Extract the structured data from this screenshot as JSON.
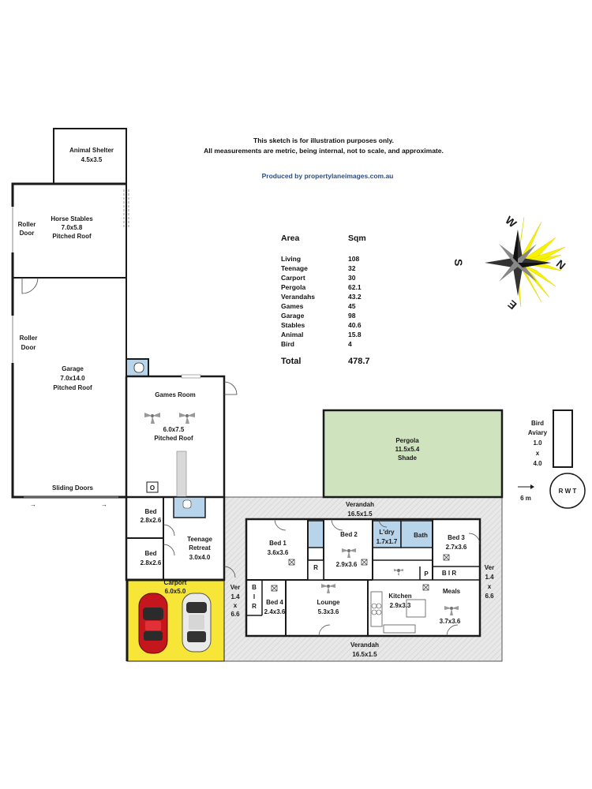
{
  "notice": {
    "line1": "This sketch is for illustration purposes only.",
    "line2": "All measurements are metric, being internal, not to scale, and approximate."
  },
  "credit": "Produced by propertylaneimages.com.au",
  "area_table": {
    "header_area": "Area",
    "header_sqm": "Sqm",
    "rows": [
      {
        "name": "Living",
        "sqm": "108"
      },
      {
        "name": "Teenage",
        "sqm": "32"
      },
      {
        "name": "Carport",
        "sqm": "30"
      },
      {
        "name": "Pergola",
        "sqm": "62.1"
      },
      {
        "name": "Verandahs",
        "sqm": "43.2"
      },
      {
        "name": "Games",
        "sqm": "45"
      },
      {
        "name": "Garage",
        "sqm": "98"
      },
      {
        "name": "Stables",
        "sqm": "40.6"
      },
      {
        "name": "Animal",
        "sqm": "15.8"
      },
      {
        "name": "Bird",
        "sqm": "4"
      }
    ],
    "total_label": "Total",
    "total_value": "478.7"
  },
  "compass": {
    "w": "W",
    "n": "N",
    "s": "S",
    "e": "E"
  },
  "scale_label": "6 m",
  "rwt_label": "R W T",
  "colors": {
    "wall": "#1a1a1a",
    "pergola": "#cfe3bf",
    "carport": "#f7e637",
    "verandah": "#e6e6e6",
    "wet_area": "#b8d4ea",
    "compass_rays": "#f7f200"
  },
  "rooms": {
    "animal_shelter": {
      "name": "Animal Shelter",
      "dim": "4.5x3.5"
    },
    "horse_stables": {
      "name": "Horse Stables",
      "dim": "7.0x5.8",
      "roof": "Pitched Roof"
    },
    "roller_door_1": {
      "line1": "Roller",
      "line2": "Door"
    },
    "roller_door_2": {
      "line1": "Roller",
      "line2": "Door"
    },
    "garage": {
      "name": "Garage",
      "dim": "7.0x14.0",
      "roof": "Pitched Roof"
    },
    "sliding_doors": "Sliding Doors",
    "games_room": {
      "name": "Games Room",
      "dim": "6.0x7.5",
      "roof": "Pitched Roof"
    },
    "oven_mark": "O",
    "pergola": {
      "name": "Pergola",
      "dim": "11.5x5.4",
      "roof": "Shade"
    },
    "bird_aviary": {
      "line1": "Bird",
      "line2": "Aviary",
      "line3": "1.0",
      "line4": "x",
      "line5": "4.0"
    },
    "bed_a": {
      "name": "Bed",
      "dim": "2.8x2.6"
    },
    "bed_b": {
      "name": "Bed",
      "dim": "2.8x2.6"
    },
    "teenage_retreat": {
      "line1": "Teenage",
      "line2": "Retreat",
      "dim": "3.0x4.0"
    },
    "carport": {
      "name": "Carport",
      "dim": "6.0x5.0"
    },
    "verandah_top": {
      "name": "Verandah",
      "dim": "16.5x1.5"
    },
    "verandah_bottom": {
      "name": "Verandah",
      "dim": "16.5x1.5"
    },
    "ver_left": {
      "line1": "Ver",
      "line2": "1.4",
      "line3": "x",
      "line4": "6.6"
    },
    "ver_right": {
      "line1": "Ver",
      "line2": "1.4",
      "line3": "x",
      "line4": "6.6"
    },
    "bed1": {
      "name": "Bed 1",
      "dim": "3.6x3.6"
    },
    "bed2": {
      "name": "Bed 2",
      "dim": "2.9x3.6"
    },
    "laundry": {
      "name": "L'dry",
      "dim": "1.7x1.7"
    },
    "bath": {
      "name": "Bath"
    },
    "bed3": {
      "name": "Bed 3",
      "dim": "2.7x3.6"
    },
    "robe_r": "R",
    "pantry_p": "P",
    "bir_top": "B I R",
    "bir_side": {
      "b": "B",
      "i": "I",
      "r": "R"
    },
    "bed4": {
      "name": "Bed 4",
      "dim": "2.4x3.6"
    },
    "lounge": {
      "name": "Lounge",
      "dim": "5.3x3.6"
    },
    "kitchen": {
      "name": "Kitchen",
      "dim": "2.9x3.3"
    },
    "meals": {
      "name": "Meals",
      "dim": "3.7x3.6"
    }
  }
}
